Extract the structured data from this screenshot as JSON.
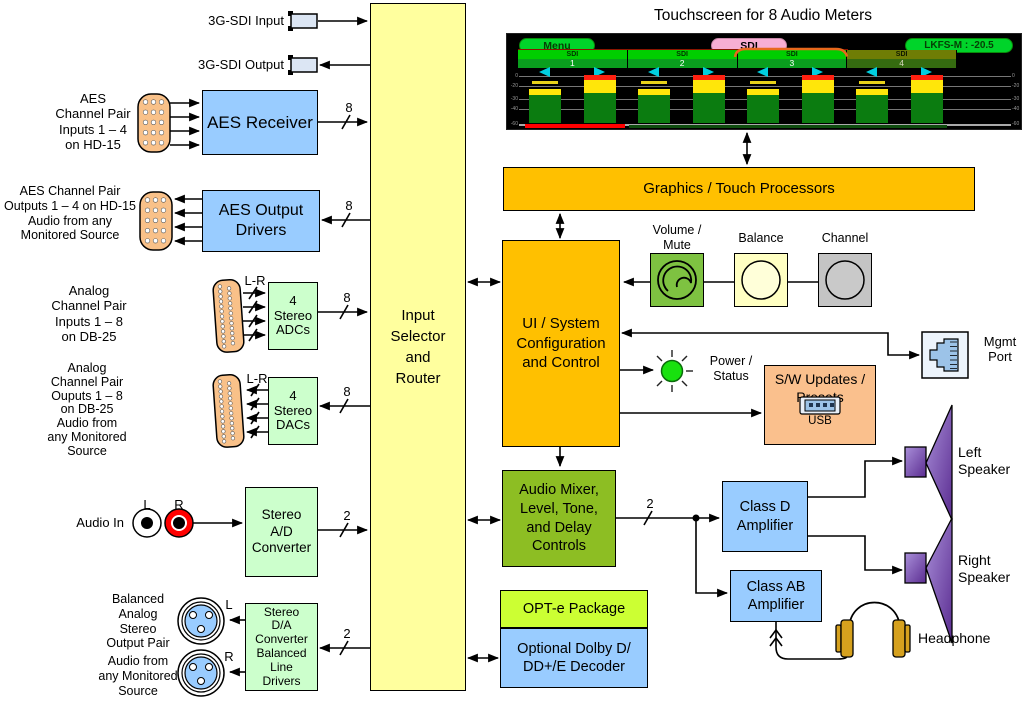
{
  "title": "Touchscreen for 8 Audio Meters",
  "router": {
    "label": "Input\nSelector\nand\nRouter"
  },
  "io": {
    "sdi_in": "3G-SDI Input",
    "sdi_out": "3G-SDI Output",
    "aes_in_label": "AES\nChannel Pair\nInputs 1 – 4\non HD-15",
    "aes_receiver": "AES Receiver",
    "aes_out_label": "AES Channel Pair\nOutputs 1 – 4  on HD-15\nAudio from any\nMonitored Source",
    "aes_output_drivers": "AES Output\nDrivers",
    "analog_in_label": "Analog\nChannel Pair\nInputs 1 – 8\non DB-25",
    "adc": "4\nStereo\nADCs",
    "analog_out_label": "Analog\nChannel Pair\nOuputs 1 – 8\non DB-25\nAudio from\nany Monitored\nSource",
    "dac": "4\nStereo\nDACs",
    "lr_top": "L-R",
    "lr_bottom": "L-R",
    "audio_in": "Audio In",
    "rca_l": "L",
    "rca_r": "R",
    "ad_converter": "Stereo\nA/D\nConverter",
    "balanced_out_label": "Balanced\nAnalog\nStereo\nOutput Pair",
    "monitored_out_label": "Audio from\nany Monitored\nSource",
    "xlr_l": "L",
    "xlr_r": "R",
    "da_converter": "Stereo\nD/A\nConverter\nBalanced\nLine\nDrivers"
  },
  "buses": {
    "aes_in": "8",
    "aes_out": "8",
    "adc": "8",
    "dac": "8",
    "ad": "2",
    "da": "2",
    "mix": "2"
  },
  "touchscreen": {
    "menu": "Menu",
    "sdi_button": "SDI",
    "lkfs": "LKFS-M : -20.5",
    "tabs": [
      {
        "label": "SDI",
        "num": "1",
        "active": true
      },
      {
        "label": "SDI",
        "num": "2",
        "active": true
      },
      {
        "label": "SDI",
        "num": "3",
        "active": true
      },
      {
        "label": "SDI",
        "num": "4",
        "active": false
      }
    ],
    "scale": [
      "0",
      "-20",
      "-30",
      "-40",
      "-60"
    ],
    "meter_colors": {
      "green": "#0B7C10",
      "yellow": "#FFE60A",
      "red": "#FF2010",
      "peak": "#E8D21A"
    },
    "meters": [
      {
        "green": 28,
        "yellow": 6,
        "red": 0,
        "peak": true
      },
      {
        "green": 30,
        "yellow": 13,
        "red": 5,
        "peak": false
      },
      {
        "green": 28,
        "yellow": 6,
        "red": 0,
        "peak": true
      },
      {
        "green": 30,
        "yellow": 13,
        "red": 5,
        "peak": false
      },
      {
        "green": 28,
        "yellow": 6,
        "red": 0,
        "peak": true
      },
      {
        "green": 30,
        "yellow": 13,
        "red": 5,
        "peak": false
      },
      {
        "green": 28,
        "yellow": 6,
        "red": 0,
        "peak": true
      },
      {
        "green": 30,
        "yellow": 13,
        "red": 5,
        "peak": false
      }
    ]
  },
  "blocks": {
    "graphics": "Graphics / Touch Processors",
    "ui": "UI / System\nConfiguration\nand Control",
    "mixer": "Audio Mixer,\nLevel, Tone,\nand Delay\nControls",
    "opt_e": "OPT-e Package",
    "dolby": "Optional Dolby D/\nDD+/E Decoder",
    "class_d": "Class D\nAmplifier",
    "class_ab": "Class AB\nAmplifier",
    "sw_updates": "S/W Updates /\nPresets",
    "usb": "USB"
  },
  "controls": {
    "volume": "Volume /\nMute",
    "balance": "Balance",
    "channel": "Channel",
    "power": "Power /\nStatus",
    "mgmt": "Mgmt\nPort"
  },
  "outputs": {
    "left_speaker": "Left\nSpeaker",
    "right_speaker": "Right\nSpeaker",
    "headphone": "Headphone"
  }
}
